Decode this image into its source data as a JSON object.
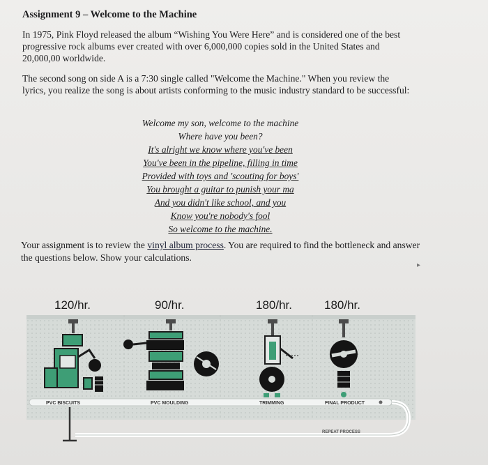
{
  "title": "Assignment 9 – Welcome to the Machine",
  "para1": "In 1975, Pink Floyd released the album “Wishing You Were Here” and is considered one of the best progressive rock albums ever created with over 6,000,000 copies sold in the United States and 20,000,00 worldwide.",
  "para2": "The second song on side A is a 7:30 single called \"Welcome the Machine.\" When you review the lyrics, you realize the song is about artists conforming to the music industry standard to be successful:",
  "lyrics": [
    "Welcome my son, welcome to the machine",
    "Where have you been?",
    "It's alright we know where you've been",
    "You've been in the pipeline, filling in time",
    "Provided with toys and 'scouting for boys'",
    "You brought a guitar to punish your ma",
    "And you didn't like school, and you",
    "Know you're nobody's fool",
    "So welcome to the machine."
  ],
  "assignment": {
    "before": "Your assignment is to review the ",
    "link": "vinyl album process",
    "after": ". You are required to find the bottleneck and answer the questions below. Show your calculations."
  },
  "rates": [
    "120/hr.",
    "90/hr.",
    "180/hr.",
    "180/hr."
  ],
  "stations": [
    "PVC BISCUITS",
    "PVC MOULDING",
    "TRIMMING",
    "FINAL PRODUCT"
  ],
  "return_label": "REPEAT PROCESS",
  "colors": {
    "accent": "#3e9e76",
    "dark": "#141414",
    "panel": "#d7dcd9"
  }
}
